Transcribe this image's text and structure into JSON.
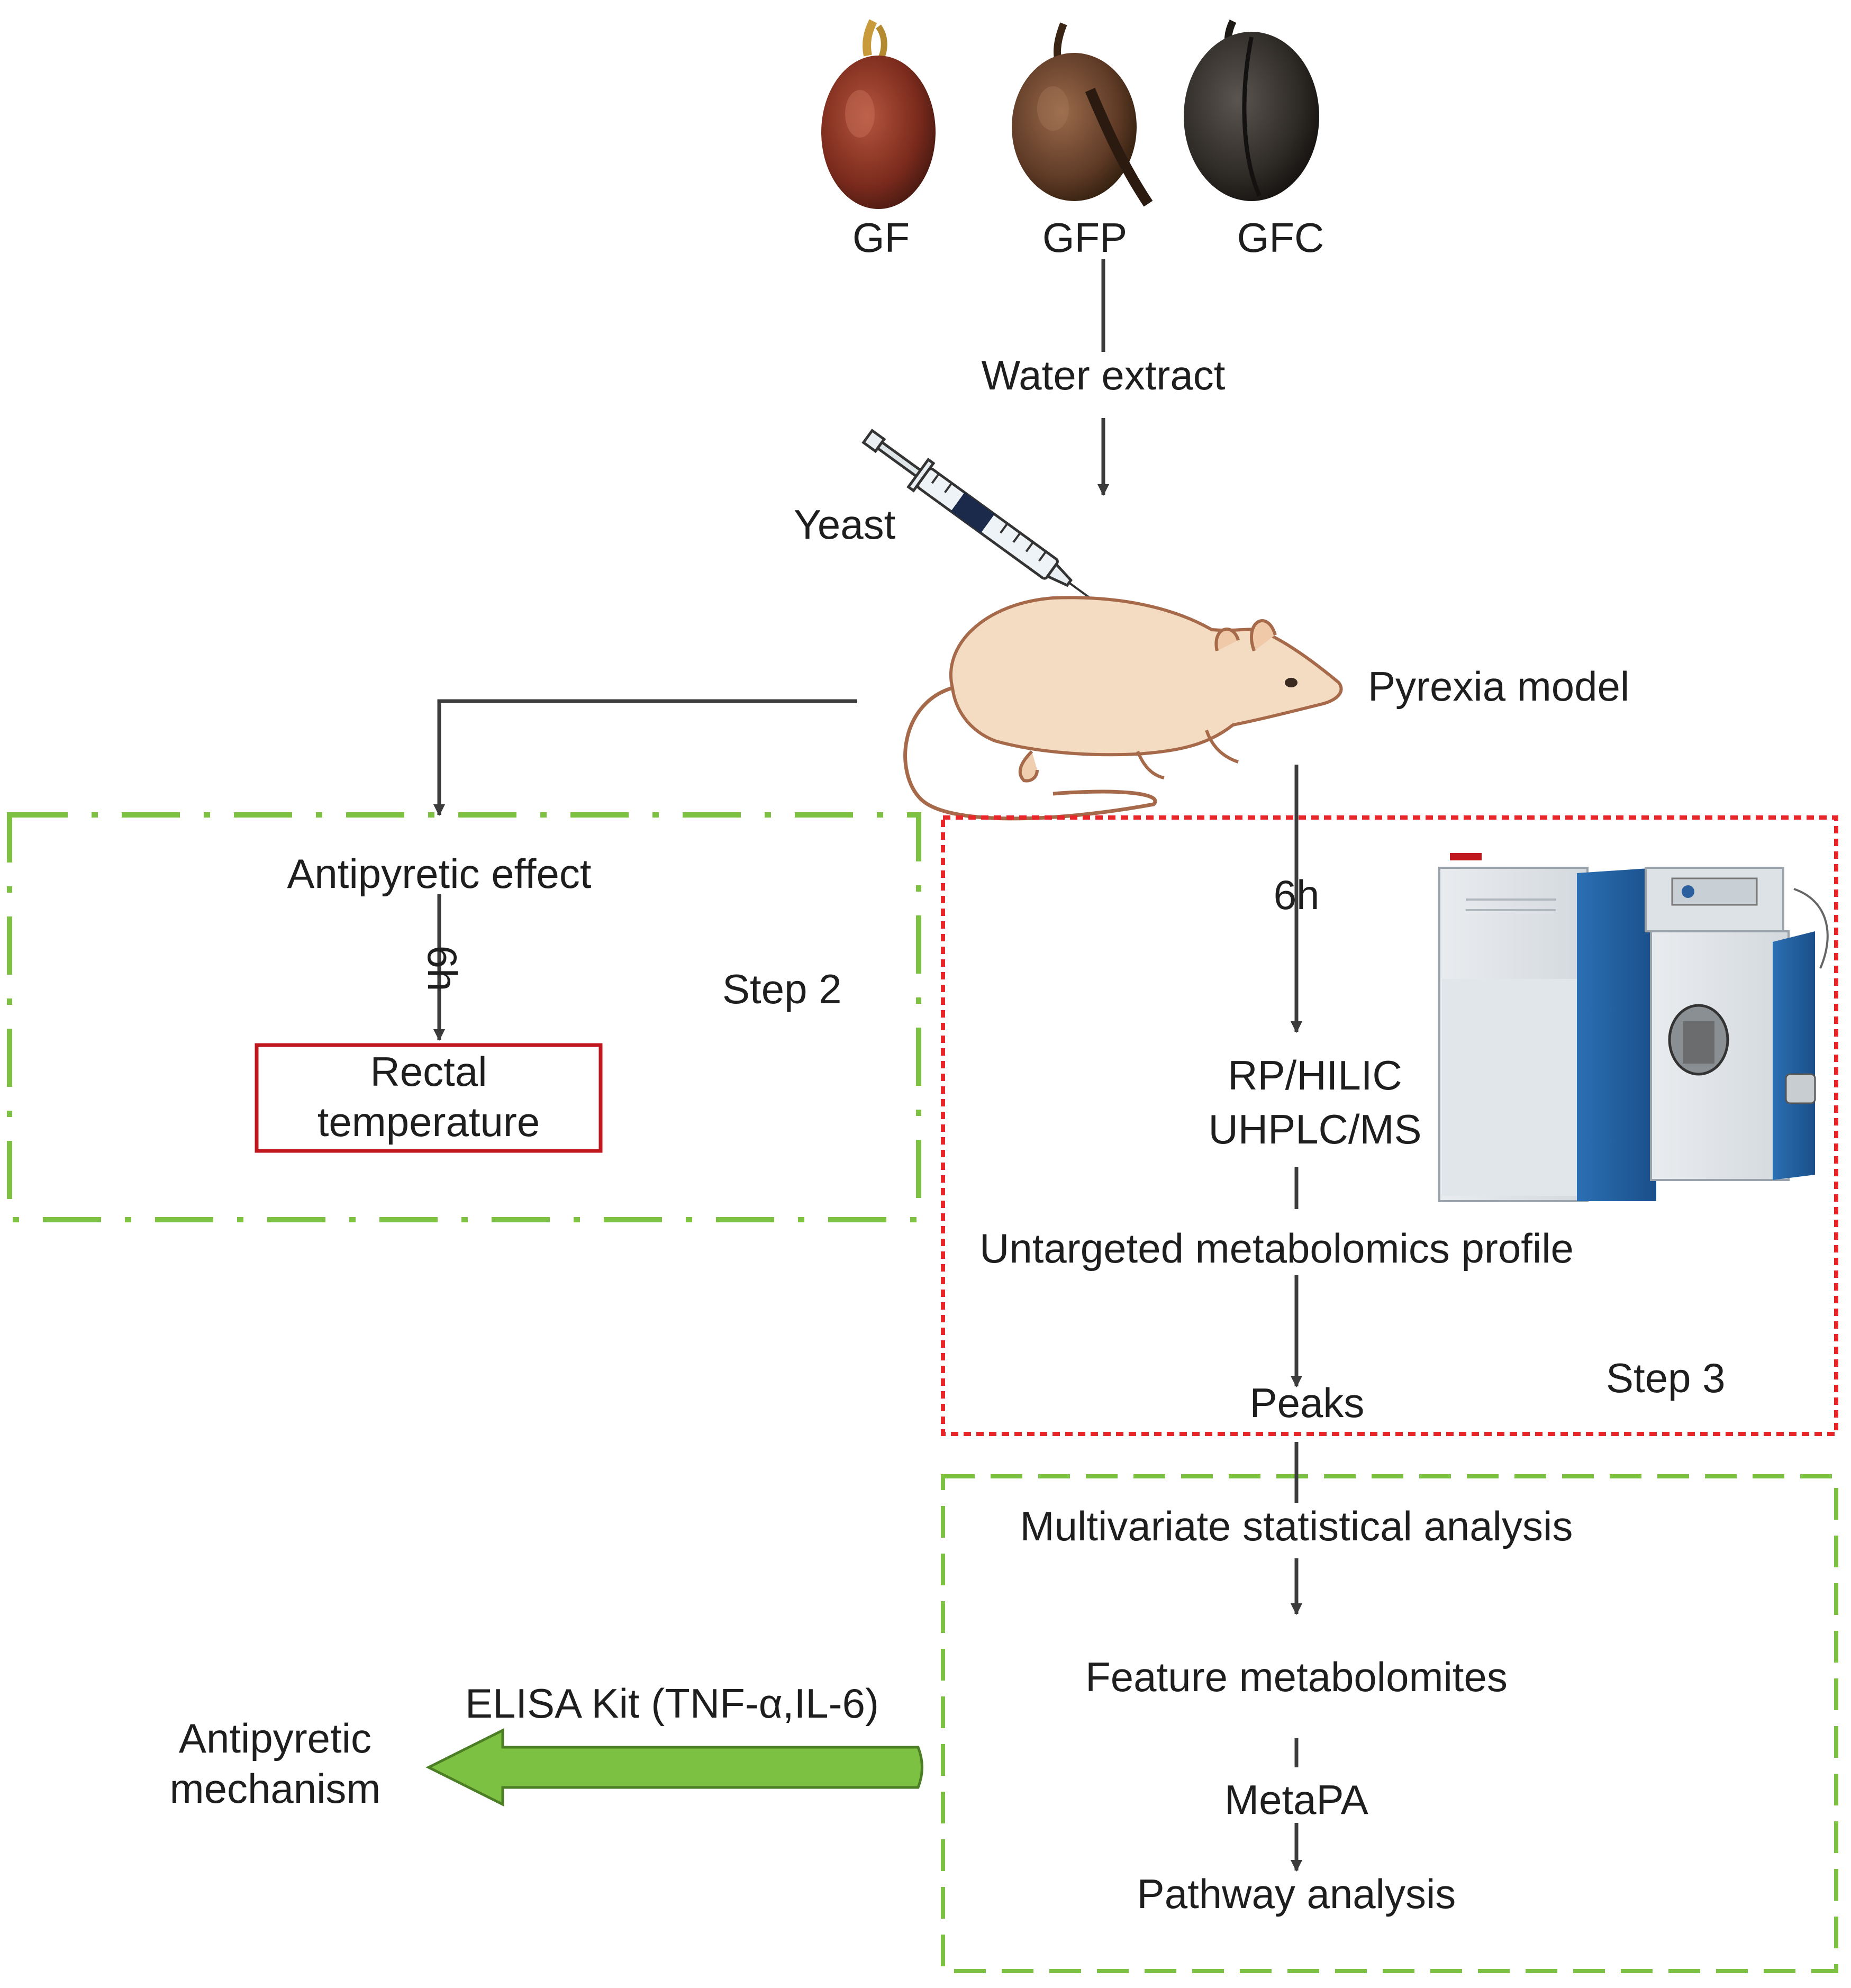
{
  "samples": [
    {
      "label": "GF",
      "color": "#7a2a1c"
    },
    {
      "label": "GFP",
      "color": "#5e3a26"
    },
    {
      "label": "GFC",
      "color": "#2e2a26"
    }
  ],
  "flow": {
    "water_extract": "Water extract",
    "yeast": "Yeast",
    "pyrexia_model": "Pyrexia model",
    "antipyretic_effect": "Antipyretic effect",
    "time_label_left": "6h",
    "rectal_temperature": "Rectal temperature",
    "step2": "Step 2",
    "time_label_right": "6h",
    "rp_hilic": "RP/HILIC",
    "uhplc_ms": "UHPLC/MS",
    "untargeted_profile": "Untargeted metabolomics profile",
    "peaks": "Peaks",
    "step3": "Step 3",
    "multivariate": "Multivariate statistical analysis",
    "feature_metabolites": "Feature metabolomites",
    "metapa": "MetaPA",
    "pathway": "Pathway analysis",
    "elisa": "ELISA Kit (TNF-α,IL-6)",
    "mechanism": "Antipyretic mechanism"
  },
  "colors": {
    "step2_border": "#7dc142",
    "step3_border": "#e8262a",
    "step4_border": "#7dc142",
    "rectal_box_border": "#c0171e",
    "big_arrow_fill": "#7dc142",
    "arrow": "#3c3c3c",
    "mouse_body": "#f3dcc2"
  },
  "icons": [
    "fruit-icon",
    "syringe-icon",
    "mouse-icon",
    "mass-spectrometer-icon"
  ]
}
